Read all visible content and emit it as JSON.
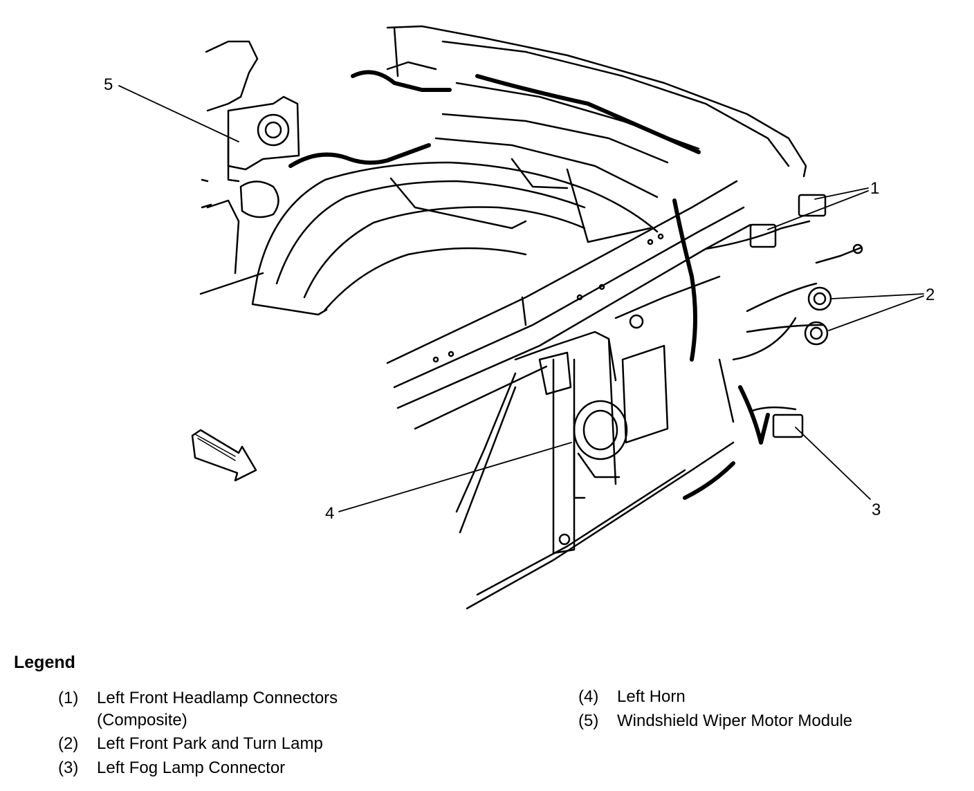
{
  "callouts": [
    "1",
    "2",
    "3",
    "4",
    "5"
  ],
  "legend": {
    "title": "Legend",
    "items": [
      {
        "num": "(1)",
        "text": "Left Front Headlamp Connectors (Composite)"
      },
      {
        "num": "(2)",
        "text": "Left Front Park and Turn Lamp"
      },
      {
        "num": "(3)",
        "text": "Left Fog Lamp Connector"
      },
      {
        "num": "(4)",
        "text": "Left Horn"
      },
      {
        "num": "(5)",
        "text": "Windshield Wiper Motor Module"
      }
    ]
  }
}
